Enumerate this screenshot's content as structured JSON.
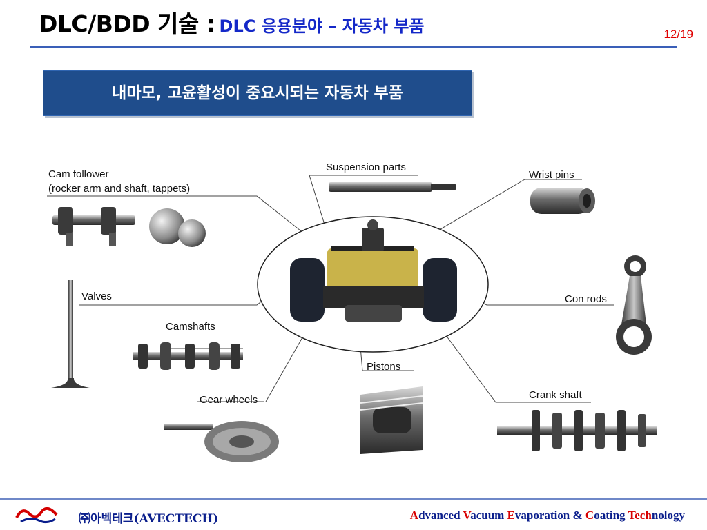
{
  "header": {
    "title_main": "DLC/BDD 기술 :",
    "title_sub": "DLC 응용분야 – 자동차 부품",
    "page_number": "12/19"
  },
  "banner": {
    "text": "내마모, 고윤활성이 중요시되는 자동차 부품"
  },
  "parts": {
    "cam_follower_line1": "Cam follower",
    "cam_follower_line2": "(rocker arm and shaft, tappets)",
    "suspension_parts": "Suspension parts",
    "wrist_pins": "Wrist pins",
    "valves": "Valves",
    "con_rods": "Con rods",
    "camshafts": "Camshafts",
    "pistons": "Pistons",
    "gear_wheels": "Gear wheels",
    "crank_shaft": "Crank shaft"
  },
  "footer": {
    "company": "㈜아벡테크(AVECTECH)",
    "tagline": [
      {
        "t": "A",
        "hl": true
      },
      {
        "t": "dvanced ",
        "hl": false
      },
      {
        "t": "V",
        "hl": true
      },
      {
        "t": "acuum ",
        "hl": false
      },
      {
        "t": "E",
        "hl": true
      },
      {
        "t": "vaporation & ",
        "hl": false
      },
      {
        "t": "C",
        "hl": true
      },
      {
        "t": "oating ",
        "hl": false
      },
      {
        "t": "Tech",
        "hl": true
      },
      {
        "t": "nology",
        "hl": false
      }
    ]
  },
  "colors": {
    "title_sub": "#1428c8",
    "banner_bg": "#1f4d8c",
    "page_number": "#e00000",
    "header_rule": "#3a5fb8"
  }
}
